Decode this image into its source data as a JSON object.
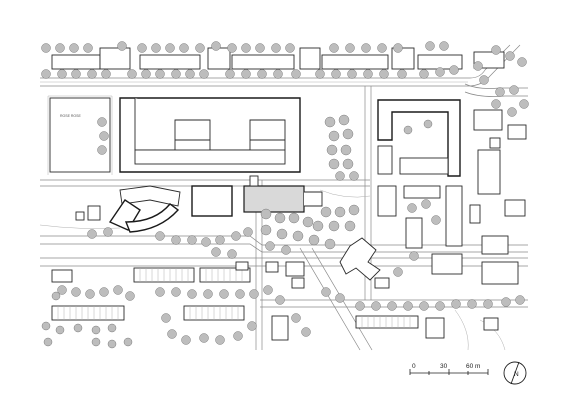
{
  "site_plan": {
    "field_label": "ROSE ROSE"
  },
  "scale_bar": {
    "tick_labels": [
      "0",
      "30",
      "60 m"
    ]
  },
  "north_arrow": {
    "symbol": "N"
  },
  "colors": {
    "building_stroke": "#1a1a1a",
    "tree_fill": "#bdbdbd",
    "highlight_building": "#d9d9d9"
  }
}
